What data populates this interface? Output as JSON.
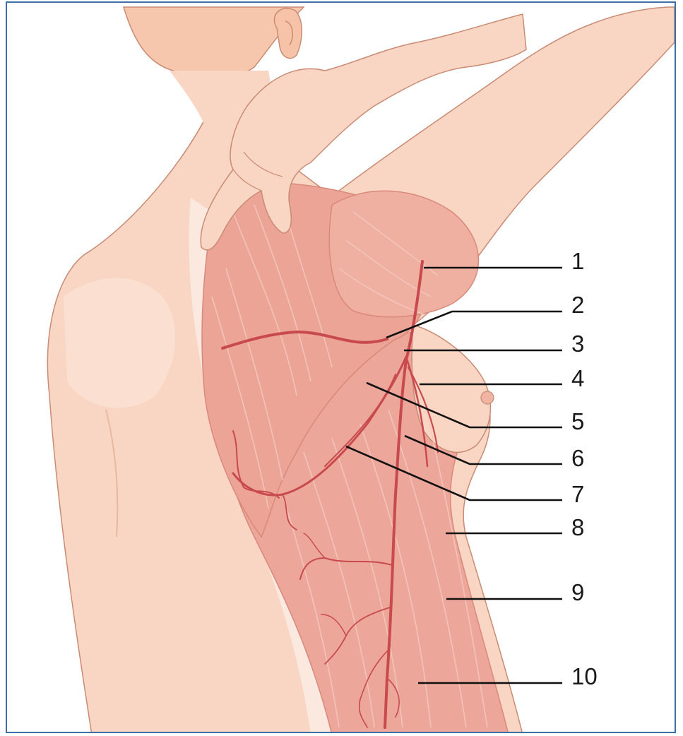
{
  "figure": {
    "callouts": [
      {
        "id": "1",
        "text": "1"
      },
      {
        "id": "2",
        "text": "2"
      },
      {
        "id": "3",
        "text": "3"
      },
      {
        "id": "4",
        "text": "4"
      },
      {
        "id": "5",
        "text": "5"
      },
      {
        "id": "6",
        "text": "6"
      },
      {
        "id": "7",
        "text": "7"
      },
      {
        "id": "8",
        "text": "8"
      },
      {
        "id": "9",
        "text": "9"
      },
      {
        "id": "10",
        "text": "10"
      }
    ]
  },
  "colors": {
    "skin": "#f9d6c3",
    "skin_shadow": "#f4bfa6",
    "muscle": "#eca79a",
    "muscle_dark": "#df8a7c",
    "vessel": "#c94a4e",
    "fascia": "#fbe9e0",
    "frame_border": "#3c6fa6"
  }
}
